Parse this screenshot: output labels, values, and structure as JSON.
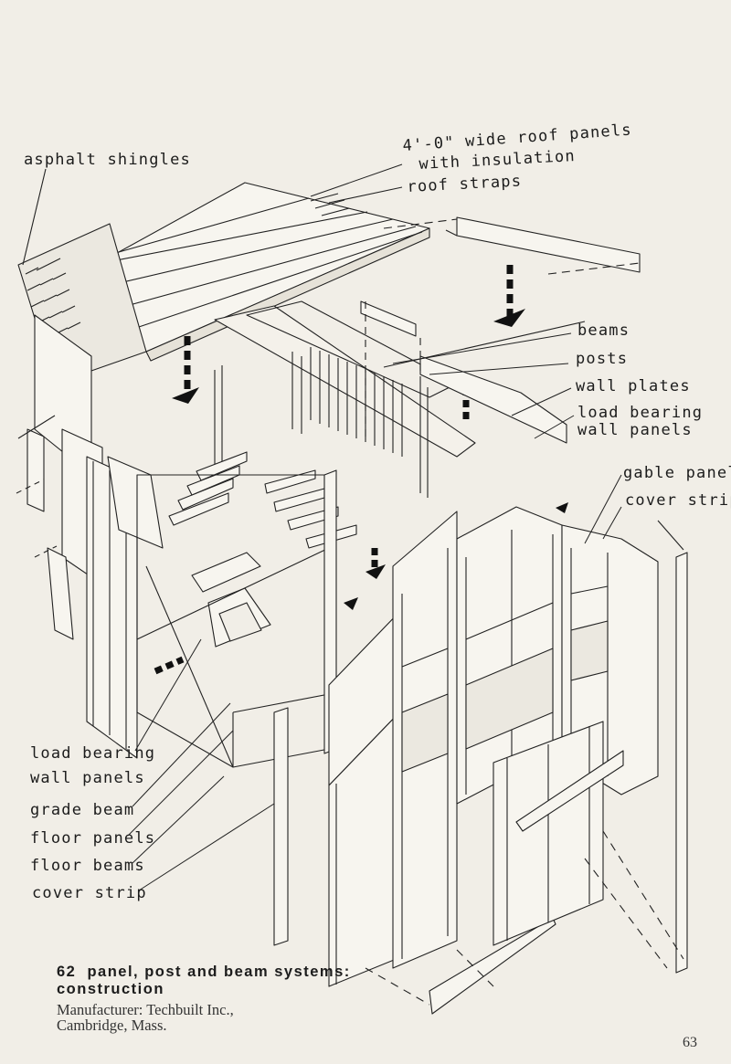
{
  "labels": {
    "asphalt_shingles": "asphalt shingles",
    "roof_panels_1": "4'-0\" wide roof panels",
    "roof_panels_2": "with insulation",
    "roof_straps": "roof straps",
    "beams": "beams",
    "posts": "posts",
    "wall_plates": "wall plates",
    "load_bearing_right_1": "load bearing",
    "load_bearing_right_2": "wall panels",
    "gable_panels": "gable panels",
    "cover_strip_right": "cover strip",
    "load_bearing_left_1": "load bearing",
    "load_bearing_left_2": "wall panels",
    "grade_beam": "grade beam",
    "floor_panels": "floor panels",
    "floor_beams": "floor beams",
    "cover_strip_left": "cover strip"
  },
  "caption": {
    "number": "62",
    "title_1": "panel, post and beam systems:",
    "title_2": "construction",
    "credit_1": "Manufacturer: Techbuilt Inc.,",
    "credit_2": "Cambridge, Mass."
  },
  "page_number": "63",
  "colors": {
    "paper": "#f1eee7",
    "ink": "#1c1c1c"
  }
}
